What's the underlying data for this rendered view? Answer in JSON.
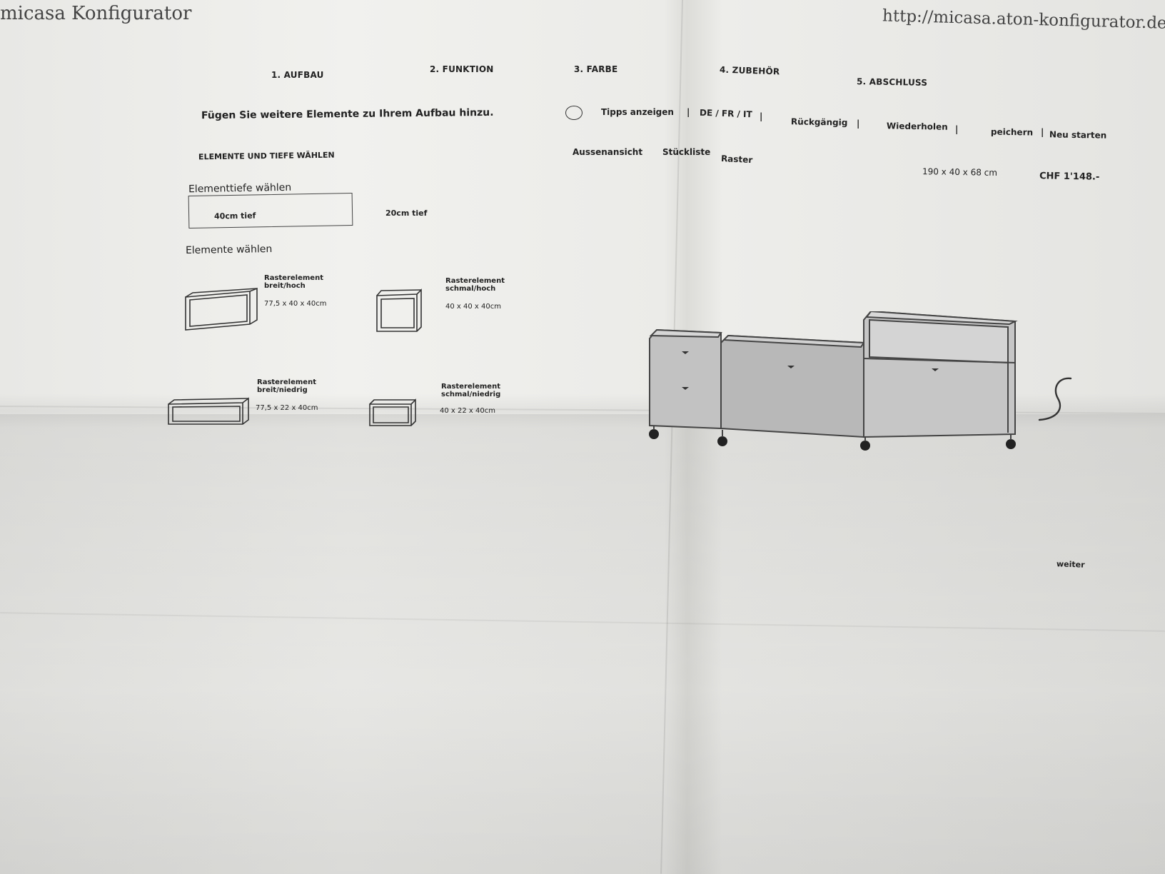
{
  "header": {
    "left_text": "micasa Konfigurator",
    "url": "http://micasa.aton-konfigurator.de/app?__r-"
  },
  "steps": [
    {
      "label": "1. AUFBAU"
    },
    {
      "label": "2. FUNKTION"
    },
    {
      "label": "3. FARBE"
    },
    {
      "label": "4. ZUBEHÖR"
    },
    {
      "label": "5. ABSCHLUSS"
    }
  ],
  "instruction": "Fügen Sie weitere Elemente zu Ihrem Aufbau hinzu.",
  "toolbar": {
    "tips": "Tipps anzeigen",
    "separator": "|",
    "languages": "DE / FR / IT",
    "undo": "Rückgängig",
    "redo": "Wiederholen",
    "save": "peichern",
    "restart": "Neu starten"
  },
  "views": {
    "outside": "Aussenansicht",
    "parts_list": "Stückliste",
    "grid": "Raster"
  },
  "summary": {
    "dimensions": "190 x 40 x 68 cm",
    "price": "CHF 1'148.-"
  },
  "sidebar": {
    "section_title": "ELEMENTE UND TIEFE WÄHLEN",
    "depth_title": "Elementtiefe wählen",
    "depth_options": [
      {
        "label": "40cm tief",
        "selected": true
      },
      {
        "label": "20cm tief",
        "selected": false
      }
    ],
    "elements_title": "Elemente wählen",
    "elements": [
      {
        "name": "Rasterelement\nbreit/hoch",
        "dims": "77,5 x 40 x 40cm",
        "icon": "wide-tall-box-icon"
      },
      {
        "name": "Rasterelement\nschmal/hoch",
        "dims": "40 x 40 x 40cm",
        "icon": "narrow-tall-box-icon"
      },
      {
        "name": "Rasterelement\nbreit/niedrig",
        "dims": "77,5 x 22 x 40cm",
        "icon": "wide-low-box-icon"
      },
      {
        "name": "Rasterelement\nschmal/niedrig",
        "dims": "40 x 22 x 40cm",
        "icon": "narrow-low-box-icon"
      }
    ]
  },
  "footer": {
    "next": "weiter"
  },
  "colors": {
    "ink": "#222222",
    "paper": "#ededea",
    "furniture_fill": "#bdbdbd"
  }
}
